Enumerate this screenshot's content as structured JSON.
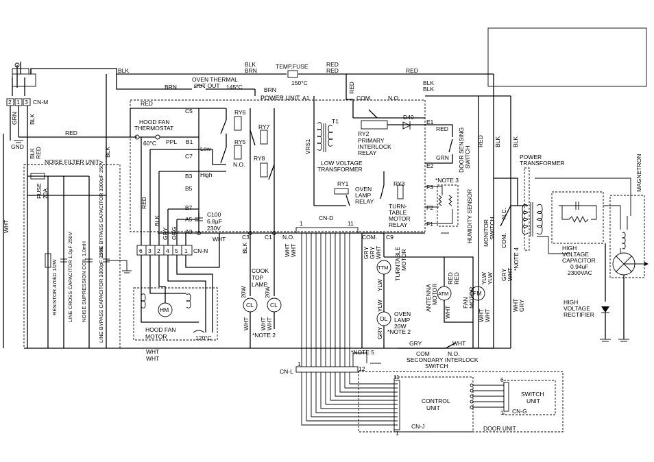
{
  "labels": {
    "blk_top": "BLK",
    "blk_brn_a": "BLK",
    "blk_brn_b": "BRN",
    "brn_top": "BRN",
    "oven_cutout_1": "OVEN THERMAL",
    "oven_cutout_2": "CUT OUT",
    "oven_cutout_3": "145°C",
    "temp_fuse": "TEMP.FUSE",
    "temp_fuse_val": "150°C",
    "red_a": "RED",
    "red_b": "RED",
    "red_c": "RED",
    "blk_r1": "BLK",
    "blk_r2": "BLK",
    "brn_mid": "BRN",
    "power_unit": "POWER UNIT",
    "a1": "A1",
    "com_top": "COM.",
    "no_top": "N.O.",
    "cn_m": "CN-M",
    "pin2": "2",
    "pin1": "1",
    "pin3": "3",
    "grn_v": "GRN",
    "blk_v": "BLK",
    "gnd": "GND",
    "red_left": "RED",
    "red_c5": "RED",
    "c5": "C5",
    "ry6": "RY6",
    "ry7": "RY7",
    "ry5": "RY5",
    "ry8": "RY8",
    "hood_therm_1": "HOOD FAN",
    "hood_therm_2": "THERMOSTAT",
    "hood_60": "60°C",
    "ppl": "PPL",
    "b1": "B1",
    "low": "Low",
    "high": "High",
    "c7": "C7",
    "no_ry5": "N.O.",
    "b3": "B3",
    "b5": "B5",
    "b7": "B7",
    "a5": "A5",
    "a3": "A3",
    "c100_1": "C100",
    "c100_2": "6.8µF",
    "c100_3": "230V",
    "t1": "T1",
    "vrs1": "VRS1",
    "lvt_1": "LOW VOLTAGE",
    "lvt_2": "TRANSFORMER",
    "ry2": "RY2",
    "ry2_1": "PRIMARY",
    "ry2_2": "INTERLOCK",
    "ry2_3": "RELAY",
    "d40": "D40",
    "e1": "E1",
    "e2": "E2",
    "red_e1": "RED",
    "grn_e2": "GRN",
    "door_sens_1": "DOOR SENSING",
    "door_sens_2": "SWITCH",
    "note3": "*NOTE 3",
    "ry1": "RY1",
    "oven_lamp_relay_1": "OVEN",
    "oven_lamp_relay_2": "LAMP",
    "oven_lamp_relay_3": "RELAY",
    "ry3": "RY3",
    "tt_relay_1": "TURN-",
    "tt_relay_2": "TABLE",
    "tt_relay_3": "MOTOR",
    "tt_relay_4": "RELAY",
    "f3": "F3",
    "f2": "F2",
    "f1": "F1",
    "humidity": "HUMIDITY SENSOR",
    "red_v1": "RED",
    "blk_v1": "BLK",
    "blk_v2": "BLK",
    "noise_filter": "NOISE FILTER UNIT",
    "blk_red_1": "BLK",
    "blk_red_2": "RED",
    "blk_nf": "BLK",
    "fuse_1": "FUSE",
    "fuse_2": "20A",
    "res": "RESISTOR 470kΩ 1/2W",
    "lcc": "LINE CROSS CAPACITOR 1.0µF 250V",
    "nsc": "NOISE SUPRESSION COIL 1.0mH",
    "lbc1": "LINE BYPASS CAPACITOR 3300pF 250V",
    "lbc2": "LINE BYPASS CAPACITOR 3300pF 250V",
    "wht_left": "WHT",
    "red_v_mid": "RED",
    "blk_mid": "BLK",
    "gry_mid": "GRY",
    "org_mid": "ORG",
    "wht_a3": "WHT",
    "cn_n": "CN-N",
    "n6": "6",
    "n3": "3",
    "n2": "2",
    "n4": "4",
    "n5": "5",
    "n1": "1",
    "hm": "HM",
    "hood_motor_1": "HOOD FAN",
    "hood_motor_2": "MOTOR",
    "hm_120": "120°C",
    "c3": "C3",
    "c1": "C1",
    "no_c1": "N.O.",
    "blk_c3": "BLK",
    "cook_1": "COOK",
    "cook_2": "TOP",
    "cook_3": "LAMP",
    "w20_1": "20W",
    "w20_2": "20W",
    "cl_1": "CL",
    "cl_2": "CL",
    "wht_cl1": "WHT",
    "wht_cl2": "WHT",
    "wht_cl3": "WHT",
    "note2_a": "*NOTE 2",
    "wht_bot1": "WHT",
    "wht_bot2": "WHT",
    "cn_d": "CN-D",
    "cnd_1": "1",
    "cnd_11": "11",
    "wht_cnd1": "WHT",
    "wht_cnd2": "WHT",
    "com_c9": "COM.",
    "c9": "C9",
    "gry_1": "GRY",
    "gry_2": "GRY",
    "wht_c9": "WHT",
    "ttm": "TTM",
    "tt_motor_1": "TURNTABLE",
    "tt_motor_2": "MOTOR",
    "ylw_1": "YLW",
    "atm": "ATM",
    "ant_1": "ANTENNA",
    "ant_2": "MOTOR",
    "red_atm1": "RED",
    "red_atm2": "RED",
    "fm": "FM",
    "fan_1": "FAN",
    "fan_2": "MOTOR",
    "ylw_fm1": "YLW",
    "ylw_fm2": "YLW",
    "wht_fm1": "WHT",
    "wht_fm2": "WHT",
    "wht_atm": "WHT",
    "ylw_ol": "YLW",
    "wht_ol": "WHT",
    "ol": "OL",
    "ol_1": "OVEN",
    "ol_2": "LAMP",
    "ol_3": "20W",
    "note2_b": "*NOTE 2",
    "gry_ol": "GRY",
    "gry_sec": "GRY",
    "wht_sec": "WHT",
    "note5": "*NOTE 5",
    "com_sec": "COM",
    "no_sec": "N.O.",
    "sec_1": "SECONDARY INTERLOCK",
    "sec_2": "SWITCH",
    "cn_l": "CN-L",
    "cnl_1": "1",
    "cnl_12": "12",
    "mon_1": "MONITOR",
    "mon_2": "SWITCH",
    "nc_mon": "N.C.",
    "com_mon": "COM.",
    "gry_mon": "GRY",
    "wht_mon": "WHT",
    "note4": "*NOTE 4",
    "wht_r": "WHT",
    "gry_r": "GRY",
    "blk_r3": "BLK",
    "pt": "POWER",
    "pt2": "TRANSFORMER",
    "magnetron": "MAGNETRON",
    "hvc_1": "HIGH",
    "hvc_2": "VOLTAGE",
    "hvc_3": "CAPACITOR",
    "hvc_4": "0.94uF",
    "hvc_5": "2300VAC",
    "hvr_1": "HIGH",
    "hvr_2": "VOLTAGE",
    "hvr_3": "RECTIFIER",
    "ctrl_1": "CONTROL",
    "ctrl_2": "UNIT",
    "cn_j": "CN-J",
    "cj_11": "11",
    "cj_1": "1",
    "sw_1": "SWITCH",
    "sw_2": "UNIT",
    "cg_6": "6",
    "cg_1": "1",
    "cn_g": "CN-G",
    "door_unit": "DOOR UNIT"
  }
}
